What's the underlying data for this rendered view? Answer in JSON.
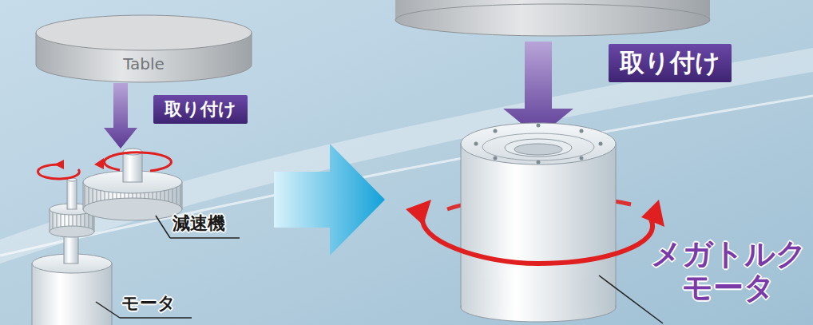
{
  "diagram": {
    "nodes": [
      {
        "text": [
          "Table"
        ]
      },
      {
        "text": [
          "取り付け"
        ]
      },
      {
        "text": [
          "取り付け"
        ]
      }
    ],
    "labels": [
      "減速機",
      "モータ",
      "メガトルク モータ"
    ]
  }
}
